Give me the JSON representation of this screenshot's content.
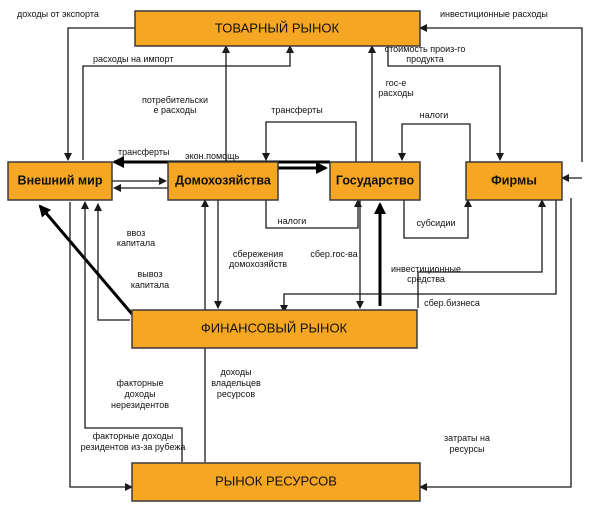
{
  "nodes": {
    "goods_market": "ТОВАРНЫЙ РЫНОК",
    "rest_of_world": "Внешний мир",
    "households": "Домохозяйства",
    "government": "Государство",
    "firms": "Фирмы",
    "financial_market": "ФИНАНСОВЫЙ РЫНОК",
    "resource_market": "РЫНОК РЕСУРСОВ"
  },
  "flows": {
    "export_income": "доходы от экспорта",
    "investment_spending": "инвестиционные расходы",
    "import_spending": "расходы на импорт",
    "domestic_product_cost_1": "стоимость произ-го",
    "domestic_product_cost_2": "продукта",
    "consumer_spending_1": "потребительски",
    "consumer_spending_2": "е расходы",
    "gov_spending_1": "гос-е",
    "gov_spending_2": "расходы",
    "transfers_top": "трансферты",
    "taxes_firms": "налоги",
    "transfers_left": "трансферты",
    "econ_aid": "экон.помощь",
    "taxes_households": "налоги",
    "subsidies": "субсидии",
    "capital_import_1": "ввоз",
    "capital_import_2": "капитала",
    "household_savings_1": "сбережения",
    "household_savings_2": "домохозяйств",
    "gov_savings": "сбер.гос-ва",
    "investment_funds_1": "инвестиционные",
    "investment_funds_2": "средства",
    "capital_export_1": "вывоз",
    "capital_export_2": "капитала",
    "business_savings": "сбер.бизнеса",
    "factor_income_nonresidents_1": "факторные",
    "factor_income_nonresidents_2": "доходы",
    "factor_income_nonresidents_3": "нерезидентов",
    "resource_owners_income_1": "доходы",
    "resource_owners_income_2": "владельцев",
    "resource_owners_income_3": "ресурсов",
    "factor_income_residents_1": "факторные доходы",
    "factor_income_residents_2": "резидентов из-за рубежа",
    "resource_costs_1": "затраты на",
    "resource_costs_2": "ресурсы"
  }
}
